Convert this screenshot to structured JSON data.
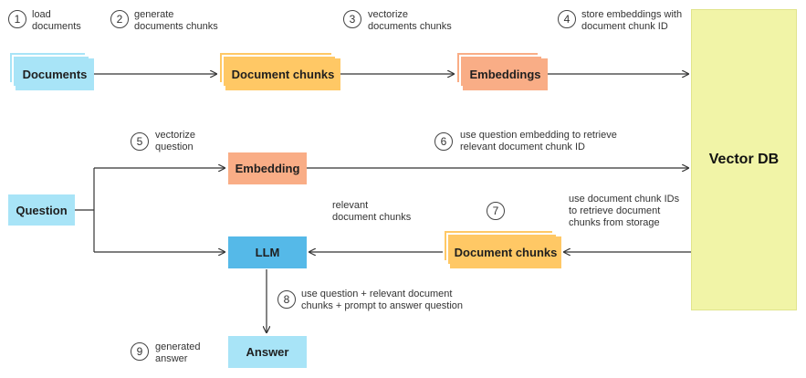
{
  "nodes": {
    "documents": "Documents",
    "document_chunks_top": "Document chunks",
    "embeddings": "Embeddings",
    "vector_db": "Vector DB",
    "embedding": "Embedding",
    "question": "Question",
    "llm": "LLM",
    "document_chunks_bottom": "Document chunks",
    "answer": "Answer"
  },
  "steps": [
    {
      "number": "1",
      "label": "load\ndocuments"
    },
    {
      "number": "2",
      "label": "generate\ndocuments chunks"
    },
    {
      "number": "3",
      "label": "vectorize\ndocuments chunks"
    },
    {
      "number": "4",
      "label": "store embeddings with\ndocument chunk ID"
    },
    {
      "number": "5",
      "label": "vectorize\nquestion"
    },
    {
      "number": "6",
      "label": "use question embedding to retrieve\nrelevant document chunk ID"
    },
    {
      "number": "7",
      "label": ""
    },
    {
      "number": "8",
      "label": "use question + relevant document\nchunks + prompt to answer question"
    },
    {
      "number": "9",
      "label": "generated\nanswer"
    }
  ],
  "annotations": {
    "relevant_chunks": "relevant\ndocument chunks",
    "retrieve_from_storage": "use document chunk IDs\nto retrieve document\nchunks from storage"
  },
  "colors": {
    "light_blue": "#a8e4f7",
    "dark_blue": "#55b9e8",
    "orange": "#ffc865",
    "salmon": "#f9ad86",
    "vector_db": "#f1f4a7"
  }
}
